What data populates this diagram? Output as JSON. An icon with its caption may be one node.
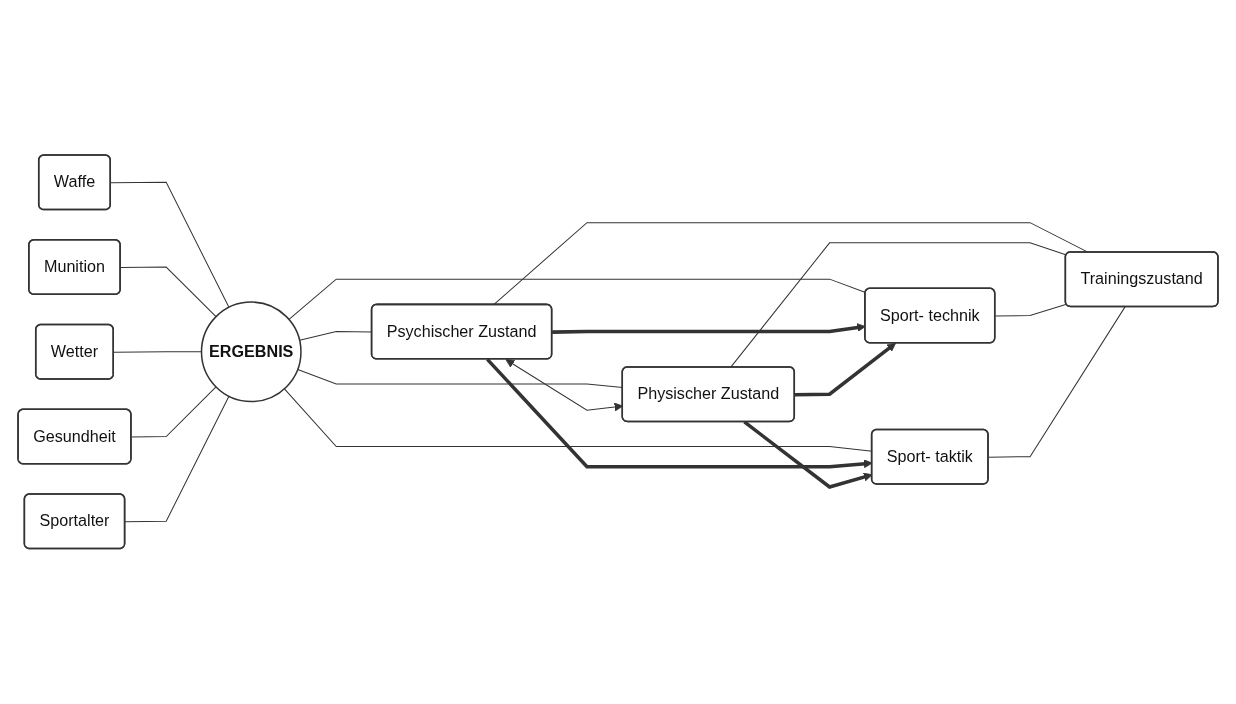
{
  "diagram": {
    "nodes": [
      {
        "text": [
          "Waffe"
        ]
      },
      {
        "text": [
          "Munition"
        ]
      },
      {
        "text": [
          "Wetter"
        ]
      },
      {
        "text": [
          "Gesundheit"
        ]
      },
      {
        "text": [
          "Sportalter"
        ]
      },
      {
        "text": [
          "ERGEBNIS"
        ]
      },
      {
        "text": [
          "Psychischer Zustand"
        ]
      },
      {
        "text": [
          "Physischer Zustand"
        ]
      },
      {
        "text": [
          "Sport- technik"
        ]
      },
      {
        "text": [
          "Sport- taktik"
        ]
      },
      {
        "text": [
          "Trainingszustand"
        ]
      }
    ],
    "edges": [
      {
        "from": 0,
        "to": 5,
        "arrow": "none"
      },
      {
        "from": 1,
        "to": 5,
        "arrow": "none"
      },
      {
        "from": 2,
        "to": 5,
        "arrow": "none"
      },
      {
        "from": 3,
        "to": 5,
        "arrow": "none"
      },
      {
        "from": 4,
        "to": 5,
        "arrow": "none"
      },
      {
        "from": 5,
        "to": 6,
        "arrow": "none"
      },
      {
        "from": 5,
        "to": 7,
        "arrow": "none"
      },
      {
        "from": 5,
        "to": 8,
        "arrow": "none"
      },
      {
        "from": 5,
        "to": 9,
        "arrow": "none"
      },
      {
        "from": 6,
        "to": 7,
        "arrow": "both"
      },
      {
        "from": 6,
        "to": 8,
        "arrow": "to",
        "style": "thick"
      },
      {
        "from": 6,
        "to": 9,
        "arrow": "to",
        "style": "thick"
      },
      {
        "from": 7,
        "to": 8,
        "arrow": "to",
        "style": "thick"
      },
      {
        "from": 7,
        "to": 9,
        "arrow": "to",
        "style": "thick"
      },
      {
        "from": 6,
        "to": 10,
        "arrow": "none"
      },
      {
        "from": 7,
        "to": 10,
        "arrow": "none"
      },
      {
        "from": 8,
        "to": 10,
        "arrow": "none"
      },
      {
        "from": 9,
        "to": 10,
        "arrow": "none"
      }
    ]
  }
}
